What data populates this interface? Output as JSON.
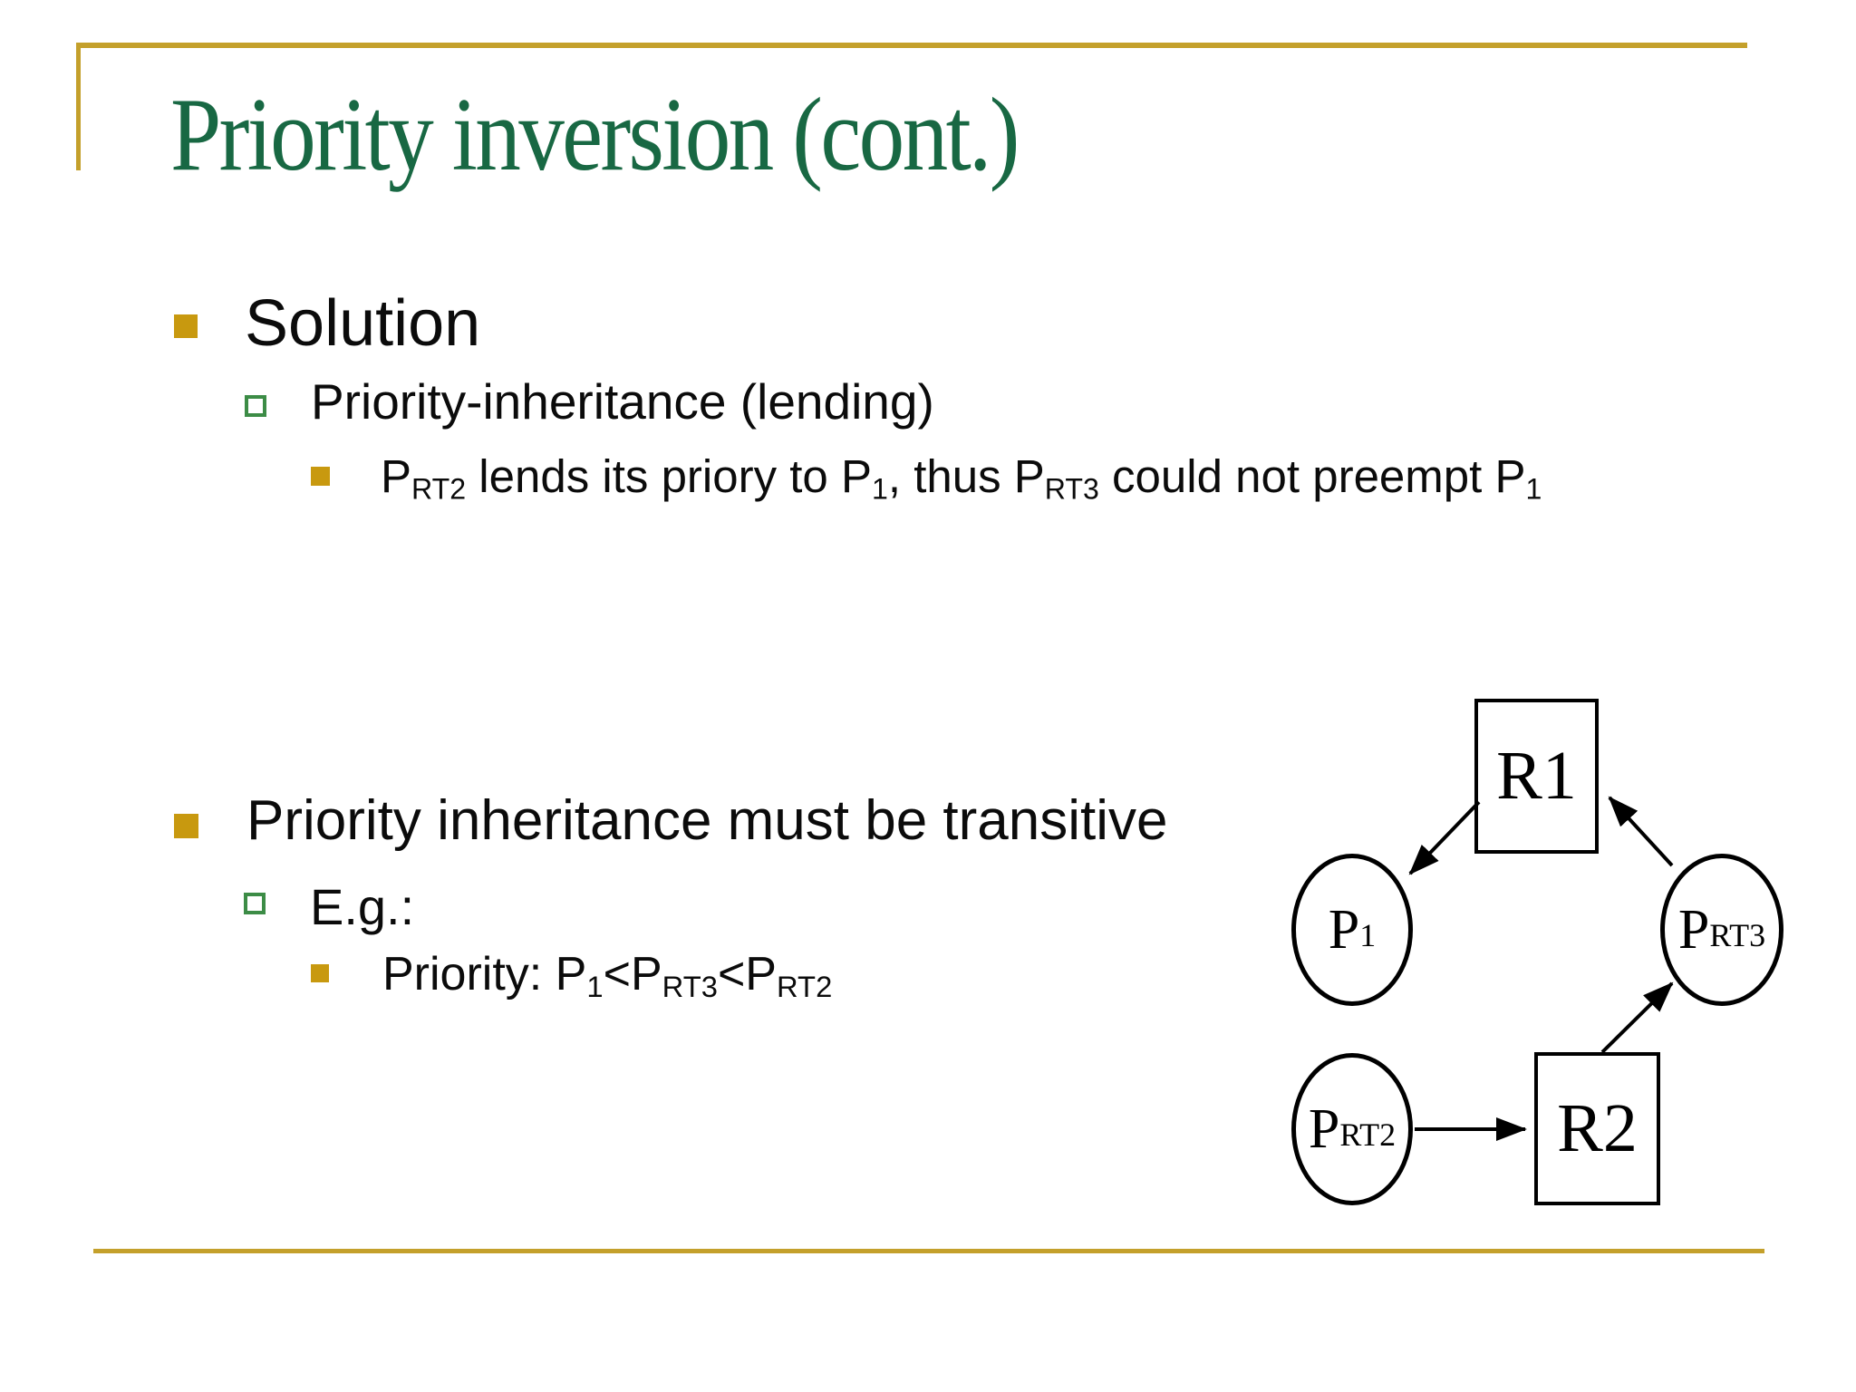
{
  "slide": {
    "title": "Priority inversion (cont.)",
    "section1": {
      "heading": "Solution",
      "item": "Priority-inheritance (lending)",
      "detail_segments": [
        {
          "t": "P"
        },
        {
          "t": "RT2",
          "sub": true
        },
        {
          "t": " lends its priory to P"
        },
        {
          "t": "1",
          "sub": true
        },
        {
          "t": ", thus P"
        },
        {
          "t": "RT3",
          "sub": true
        },
        {
          "t": " could not preempt P"
        },
        {
          "t": "1",
          "sub": true
        }
      ]
    },
    "section2": {
      "heading": "Priority inheritance must be transitive",
      "item": "E.g.:",
      "detail_segments": [
        {
          "t": "Priority: P"
        },
        {
          "t": "1",
          "sub": true
        },
        {
          "t": "<P"
        },
        {
          "t": "RT3",
          "sub": true
        },
        {
          "t": "<P"
        },
        {
          "t": "RT2",
          "sub": true
        }
      ]
    }
  },
  "diagram": {
    "nodes": {
      "r1": {
        "label": "R1",
        "shape": "rect"
      },
      "r2": {
        "label": "R2",
        "shape": "rect"
      },
      "p1": {
        "base": "P",
        "sub": "1",
        "shape": "ellipse"
      },
      "prt3": {
        "base": "P",
        "sub": "RT3",
        "shape": "ellipse"
      },
      "prt2": {
        "base": "P",
        "sub": "RT2",
        "shape": "ellipse"
      }
    },
    "edges": [
      {
        "from": "R1",
        "to": "P1"
      },
      {
        "from": "P_RT3",
        "to": "R1"
      },
      {
        "from": "R2",
        "to": "P_RT3"
      },
      {
        "from": "P_RT2",
        "to": "R2"
      }
    ]
  },
  "colors": {
    "frame_gold": "#C4A02B",
    "bullet_gold": "#C8990F",
    "bullet_outline_green": "#3C8C46",
    "title_green": "#186843",
    "body_text": "#0B0B0B",
    "diagram_stroke": "#000000"
  }
}
